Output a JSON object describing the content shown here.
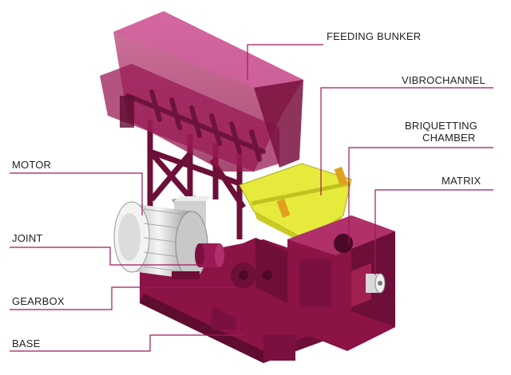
{
  "labels": {
    "feeding_bunker": "FEEDING BUNKER",
    "vibrochannel": "VIBROCHANNEL",
    "briquetting_chamber_line1": "BRIQUETTING",
    "briquetting_chamber_line2": "CHAMBER",
    "matrix": "MATRIX",
    "motor": "MOTOR",
    "joint": "JOINT",
    "gearbox": "GEARBOX",
    "base": "BASE"
  },
  "colors": {
    "machine_body": "#8b1346",
    "machine_dark": "#5e0c2f",
    "machine_light": "#b0306a",
    "hopper_translucent": "#c0407a",
    "vibrochannel": "#e6ea3c",
    "motor": "#e2e2e2",
    "leader_line": "#a0185a"
  }
}
